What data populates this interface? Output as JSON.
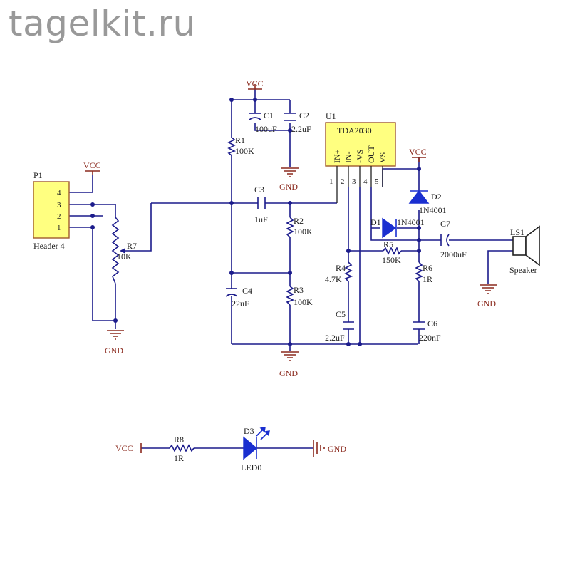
{
  "site_title": "tagelkit.ru",
  "power": {
    "vcc": "VCC",
    "gnd": "GND"
  },
  "ic": {
    "ref": "U1",
    "part": "TDA2030",
    "pin_names": [
      "IN+",
      "IN-",
      "-VS",
      "OUT",
      "VS"
    ],
    "pin_numbers": [
      "1",
      "2",
      "3",
      "4",
      "5"
    ]
  },
  "header": {
    "ref": "P1",
    "name": "Header 4",
    "pins": [
      "4",
      "3",
      "2",
      "1"
    ]
  },
  "components": {
    "c1": {
      "ref": "C1",
      "value": "100uF"
    },
    "c2": {
      "ref": "C2",
      "value": "2.2uF"
    },
    "c3": {
      "ref": "C3",
      "value": "1uF"
    },
    "c4": {
      "ref": "C4",
      "value": "22uF"
    },
    "c5": {
      "ref": "C5",
      "value": "2.2uF"
    },
    "c6": {
      "ref": "C6",
      "value": "220nF"
    },
    "c7": {
      "ref": "C7",
      "value": "2000uF"
    },
    "r1": {
      "ref": "R1",
      "value": "100K"
    },
    "r2": {
      "ref": "R2",
      "value": "100K"
    },
    "r3": {
      "ref": "R3",
      "value": "100K"
    },
    "r4": {
      "ref": "R4",
      "value": "4.7K"
    },
    "r5": {
      "ref": "R5",
      "value": "150K"
    },
    "r6": {
      "ref": "R6",
      "value": "1R"
    },
    "r7": {
      "ref": "R7",
      "value": "10K"
    },
    "r8": {
      "ref": "R8",
      "value": "1R"
    },
    "d1": {
      "ref": "D1",
      "value": "1N4001"
    },
    "d2": {
      "ref": "D2",
      "value": "1N4001"
    },
    "d3": {
      "ref": "D3",
      "value": "LED0"
    },
    "ls1": {
      "ref": "LS1",
      "value": "Speaker"
    }
  }
}
